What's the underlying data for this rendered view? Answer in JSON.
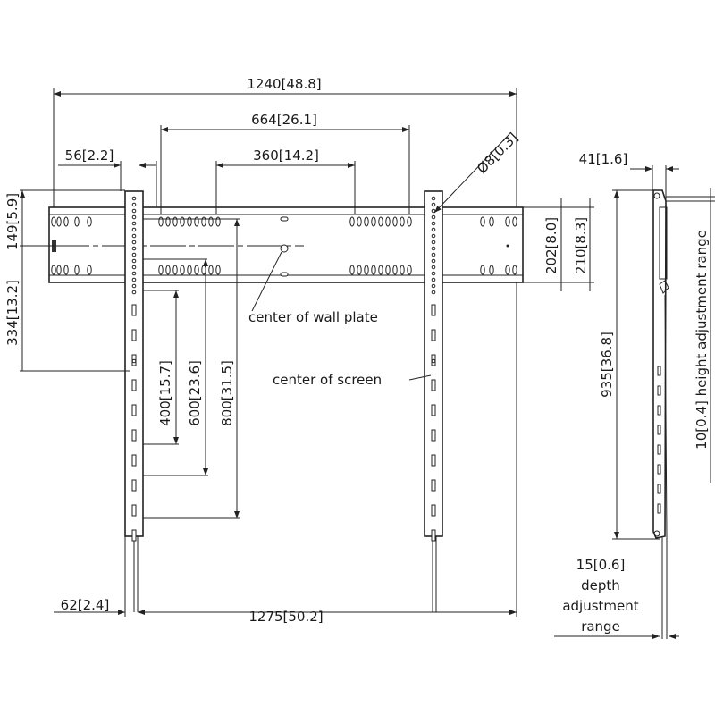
{
  "dimensions": {
    "overall_width": "1240[48.8]",
    "hole_spacing_outer": "664[26.1]",
    "hole_spacing_inner": "360[14.2]",
    "arm_offset": "56[2.2]",
    "hole_diameter": "Ø8[0.3]",
    "top_to_center": "149[5.9]",
    "center_offset": "334[13.2]",
    "vesa_400": "400[15.7]",
    "vesa_600": "600[23.6]",
    "vesa_800": "800[31.5]",
    "plate_height_202": "202[8.0]",
    "plate_height_210": "210[8.3]",
    "arm_bottom": "62[2.4]",
    "overall_span": "1275[50.2]",
    "depth": "41[1.6]",
    "arm_length": "935[36.8]",
    "height_adjust": "10[0.4] height adjustment range",
    "depth_adjust_value": "15[0.6]",
    "depth_adjust_line1": "depth",
    "depth_adjust_line2": "adjustment",
    "depth_adjust_line3": "range"
  },
  "labels": {
    "center_wall_plate": "center of wall plate",
    "center_screen": "center of screen"
  }
}
